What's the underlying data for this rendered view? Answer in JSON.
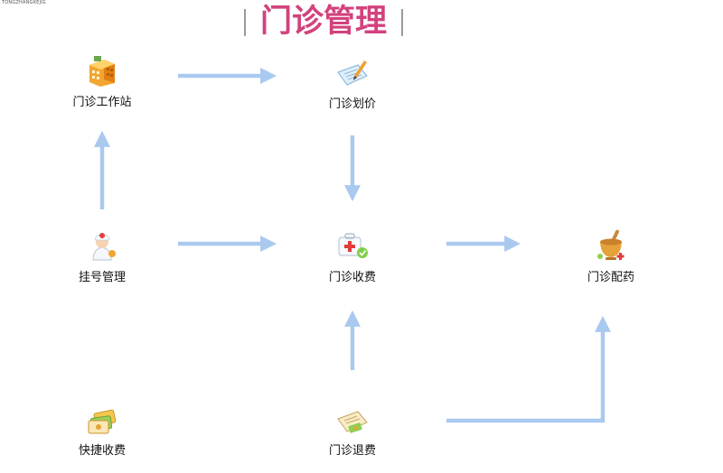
{
  "header": {
    "corner_text": "TONGZHANGKEJIG",
    "title": "门诊管理"
  },
  "nodes": {
    "workstation": {
      "label": "门诊工作站",
      "icon": "building-icon"
    },
    "pricing": {
      "label": "门诊划价",
      "icon": "notepad-pen-icon"
    },
    "registration": {
      "label": "挂号管理",
      "icon": "nurse-icon"
    },
    "charging": {
      "label": "门诊收费",
      "icon": "first-aid-kit-icon"
    },
    "dispensing": {
      "label": "门诊配药",
      "icon": "mortar-pestle-icon"
    },
    "quick_charge": {
      "label": "快捷收费",
      "icon": "money-cards-icon"
    },
    "refund": {
      "label": "门诊退费",
      "icon": "refund-document-icon"
    }
  },
  "colors": {
    "title": "#d2427d",
    "arrow": "#a9c9ef"
  }
}
